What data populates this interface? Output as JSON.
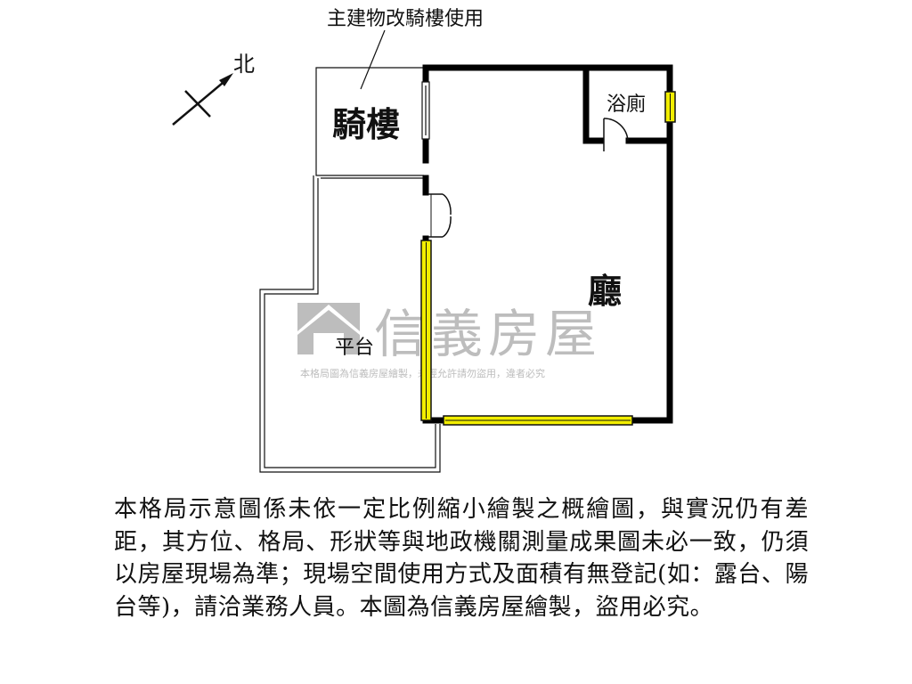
{
  "title_note": "主建物改騎樓使用",
  "compass": {
    "label": "北",
    "icon": "north-arrow-icon"
  },
  "rooms": {
    "arcade": "騎樓",
    "bathroom": "浴廁",
    "hall": "廳",
    "platform": "平台"
  },
  "watermark": {
    "brand": "信義房屋",
    "subtext": "本格局圖為信義房屋繪製，未經允許請勿盜用，違者必究",
    "logo_icon": "sinyi-house-logo-icon",
    "color": "#bdbdbd"
  },
  "disclaimer": "本格局示意圖係未依一定比例縮小繪製之概繪圖，與實況仍有差距，其方位、格局、形狀等與地政機關測量成果圖未必一致，仍須以房屋現場為準；現場空間使用方式及面積有無登記(如：露台、陽台等)，請洽業務人員。本圖為信義房屋繪製，盜用必究。",
  "colors": {
    "wall": "#000000",
    "window_fill": "#f2ee00",
    "watermark": "#bdbdbd"
  }
}
